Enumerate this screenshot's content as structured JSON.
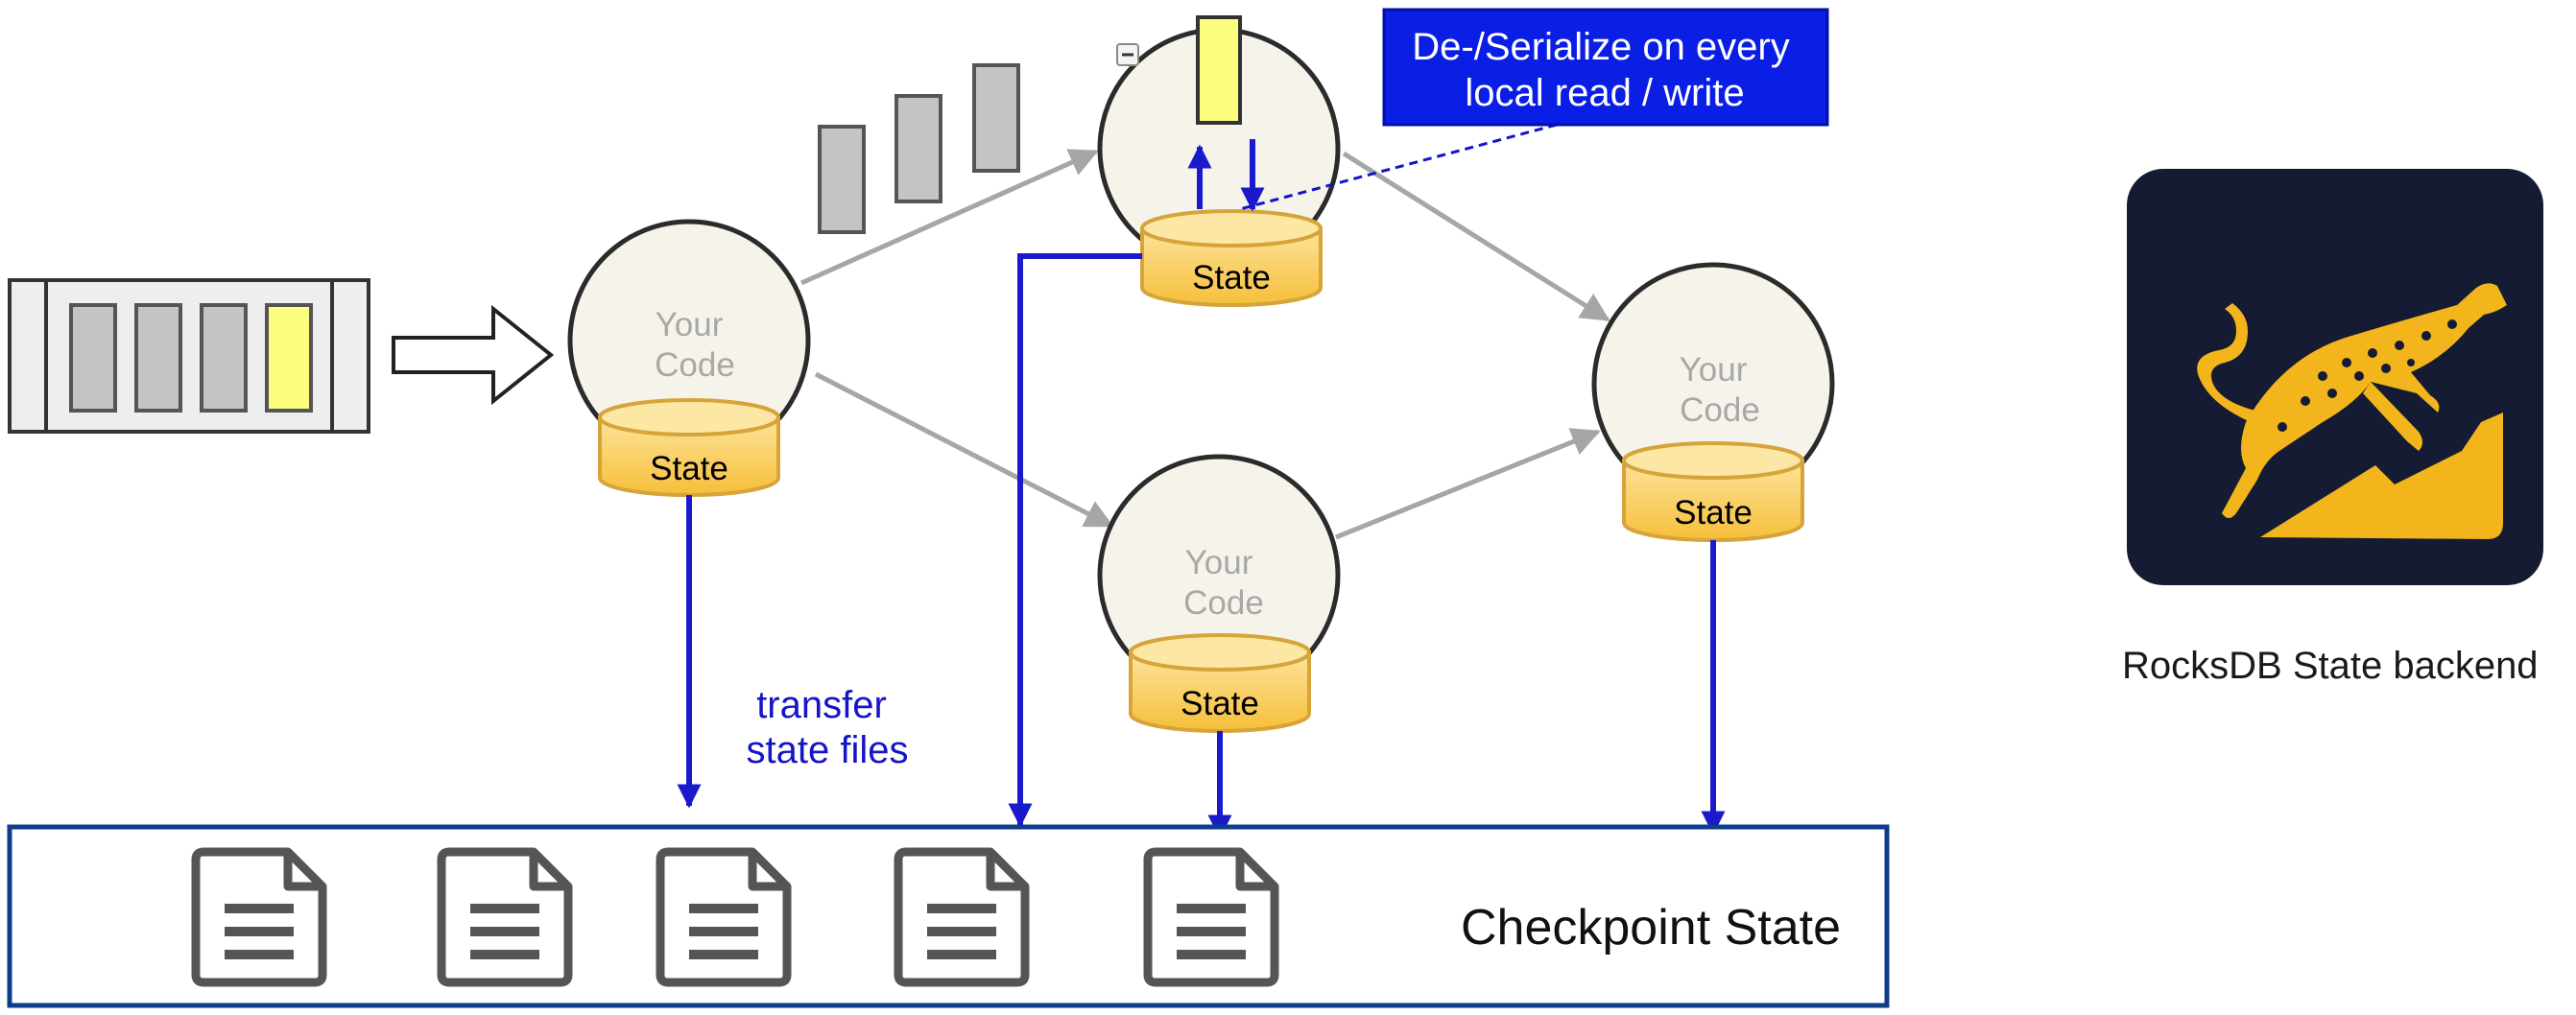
{
  "nodes": [
    {
      "code_line1": "Your",
      "code_line2": "Code",
      "state_label": "State"
    },
    {
      "state_label": "State"
    },
    {
      "code_line1": "Your",
      "code_line2": "Code",
      "state_label": "State"
    },
    {
      "code_line1": "Your",
      "code_line2": "Code",
      "state_label": "State"
    }
  ],
  "transfer_label": {
    "line1": "transfer",
    "line2": "state files"
  },
  "callout": {
    "line1": "De-/Serialize on every",
    "line2": "local read / write"
  },
  "checkpoint": {
    "label": "Checkpoint State"
  },
  "rocksdb": {
    "caption": "RocksDB State backend"
  },
  "colors": {
    "flow_arrow": "#1a1acc",
    "data_arrow": "#a6a6a6",
    "state_fill": "#fcd45c",
    "node_fill": "#f6f4ea",
    "callout_bg": "#0a1ee6",
    "logo_bg": "#151b32",
    "logo_accent": "#f2b51b",
    "checkpoint_border": "#0e3d8c"
  },
  "icons": [
    "record-queue",
    "document-icon",
    "cheetah-logo",
    "collapse-icon"
  ]
}
